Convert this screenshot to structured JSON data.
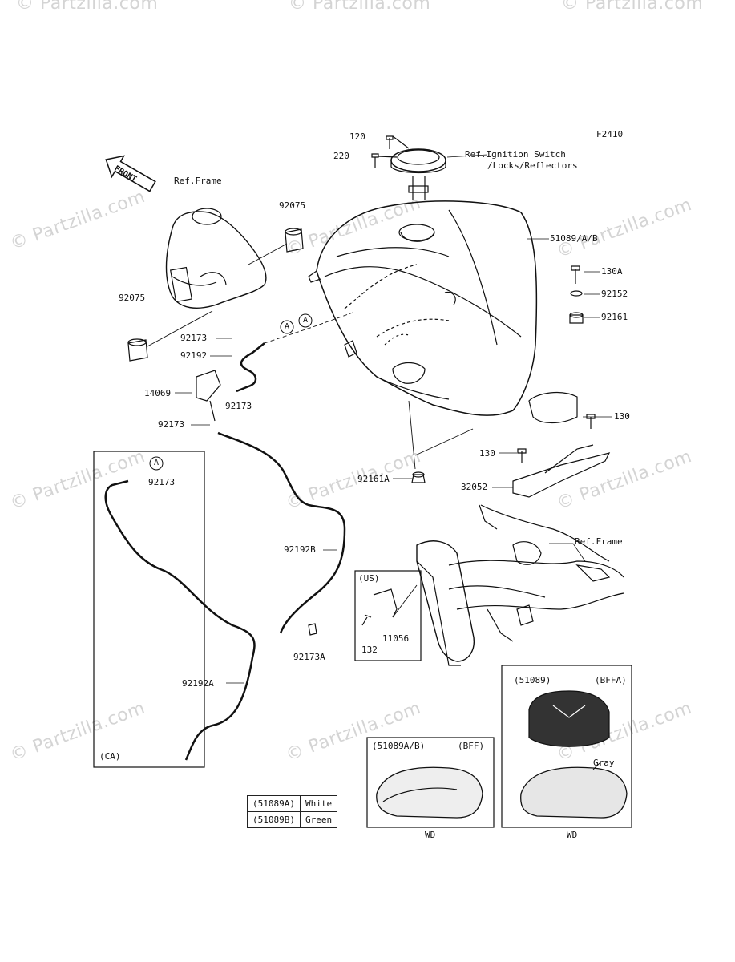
{
  "figure_code": "F2410",
  "watermark_text": "© Partzilla.com",
  "front_label": "FRONT",
  "labels": {
    "p120": "120",
    "p220": "220",
    "ref_ignition_1": "Ref.Ignition Switch",
    "ref_ignition_2": "/Locks/Reflectors",
    "ref_frame_top": "Ref.Frame",
    "p92075_top": "92075",
    "p92075_left": "92075",
    "p51089": "51089/A/B",
    "p130A": "130A",
    "p92152": "92152",
    "p92161": "92161",
    "p92173_a": "92173",
    "p92192": "92192",
    "p14069": "14069",
    "p92173_b": "92173",
    "p92173_c": "92173",
    "p130_right": "130",
    "p130_mid": "130",
    "p92161A": "92161A",
    "p32052": "32052",
    "ref_frame_bottom": "Ref.Frame",
    "p92173_ca": "92173",
    "p92192B": "92192B",
    "p92173A": "92173A",
    "us_tag": "(US)",
    "p132": "132",
    "p11056": "11056",
    "p92192A": "92192A",
    "ca_tag": "(CA)",
    "circle_a": "A",
    "bff_box_code": "(51089A/B)",
    "bff_box_tag": "(BFF)",
    "bffa_box_code": "(51089)",
    "bffa_box_tag": "(BFFA)",
    "gray_label": "Gray",
    "wd_left": "WD",
    "wd_right": "WD"
  },
  "color_table": [
    {
      "part": "(51089A)",
      "color": "White"
    },
    {
      "part": "(51089B)",
      "color": "Green"
    }
  ]
}
